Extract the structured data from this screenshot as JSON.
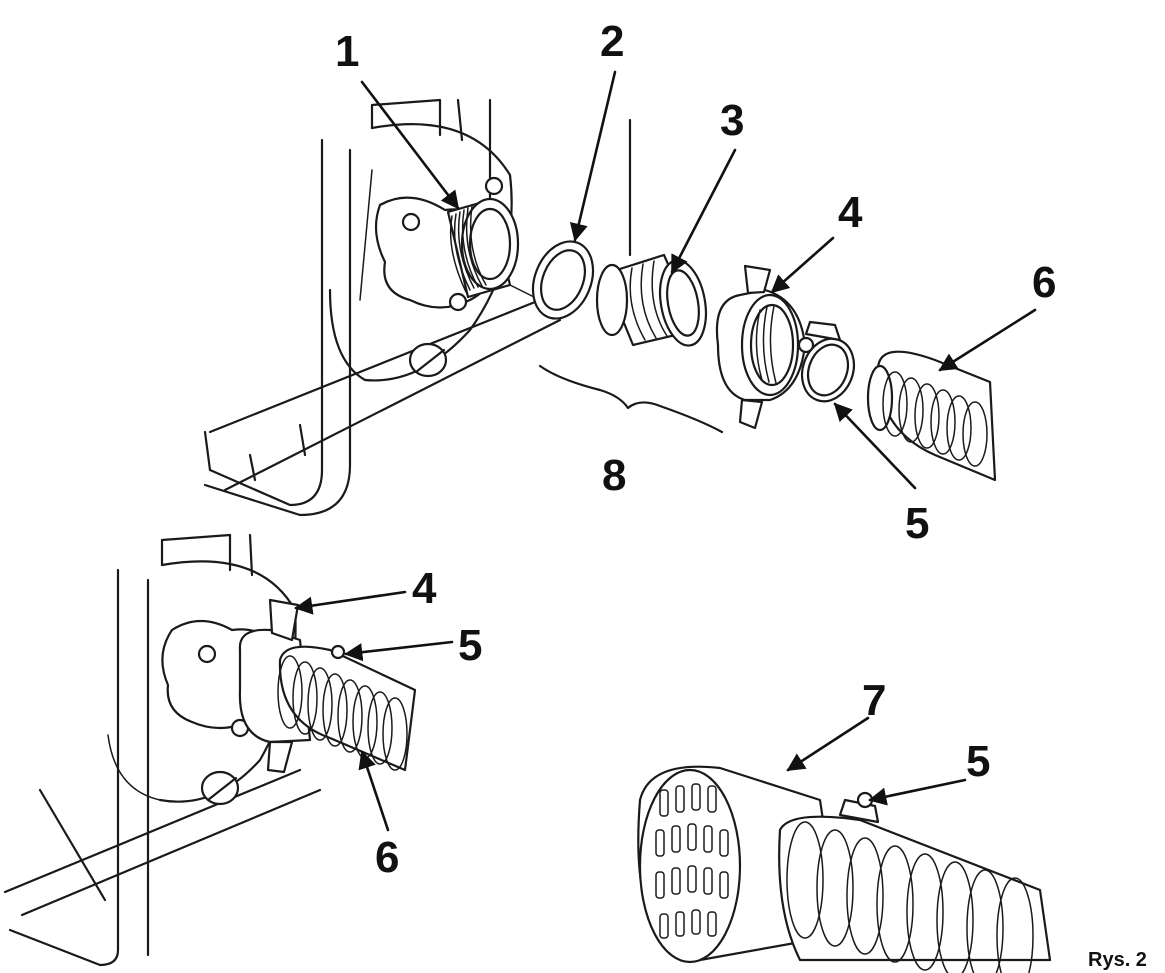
{
  "figure": {
    "caption": "Rys. 2",
    "callouts": [
      "1",
      "2",
      "3",
      "4",
      "5",
      "6",
      "7",
      "8"
    ],
    "lower_left_callouts": [
      "4",
      "5",
      "6"
    ],
    "lower_right_callouts": [
      "7",
      "5"
    ],
    "colors": {
      "ink": "#1a1a1a",
      "paper": "#ffffff"
    }
  }
}
